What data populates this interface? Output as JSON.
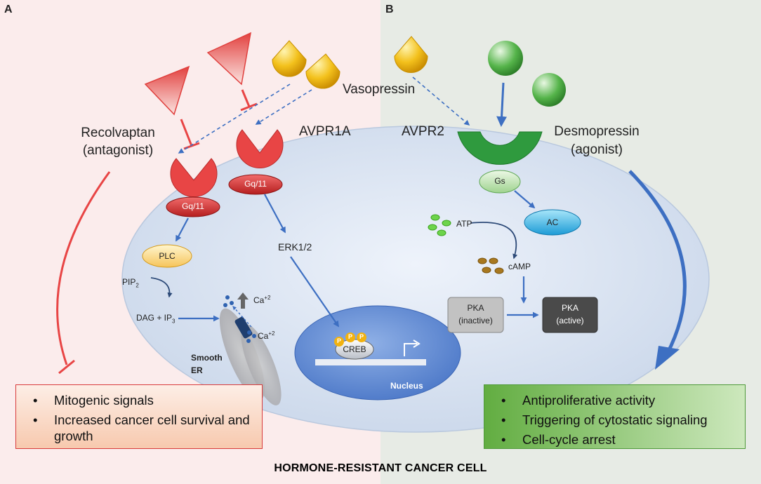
{
  "panels": {
    "a": "A",
    "b": "B"
  },
  "ligands": {
    "vasopressin": "Vasopressin",
    "recolvaptan_1": "Recolvaptan",
    "recolvaptan_2": "(antagonist)",
    "desmopressin_1": "Desmopressin",
    "desmopressin_2": "(agonist)"
  },
  "receptors": {
    "avpr1a": "AVPR1A",
    "avpr2": "AVPR2"
  },
  "proteins": {
    "gq11_left": "Gq/11",
    "gq11_right": "Gq/11",
    "plc": "PLC",
    "erk": "ERK1/2",
    "gs": "Gs",
    "ac": "AC",
    "creb": "CREB",
    "pka_inactive_1": "PKA",
    "pka_inactive_2": "(inactive)",
    "pka_active_1": "PKA",
    "pka_active_2": "(active)",
    "phospho": "P"
  },
  "molecules": {
    "pip2": "PIP",
    "pip2_sub": "2",
    "dag_ip3": "DAG + IP",
    "ip3_sub": "3",
    "ca_top": "Ca",
    "ca_top_sup": "+2",
    "ca_bottom": "Ca",
    "ca_bottom_sup": "+2",
    "atp": "ATP",
    "camp": "cAMP"
  },
  "organelles": {
    "smooth_er_1": "Smooth",
    "smooth_er_2": "ER",
    "nucleus": "Nucleus"
  },
  "outcomes": {
    "left": [
      "Mitogenic signals",
      "Increased cancer cell survival and growth"
    ],
    "right": [
      "Antiproliferative activity",
      "Triggering of cytostatic signaling",
      "Cell-cycle arrest"
    ]
  },
  "cell_title": "HORMONE-RESISTANT CANCER CELL",
  "colors": {
    "antagonist_red": "#e84545",
    "agonist_green": "#2f9a3e",
    "vasopressin_yellow": "#f0b400",
    "arrow_blue": "#3d6fc2",
    "left_bg": "#fbecec",
    "right_bg": "#e6eae4"
  }
}
